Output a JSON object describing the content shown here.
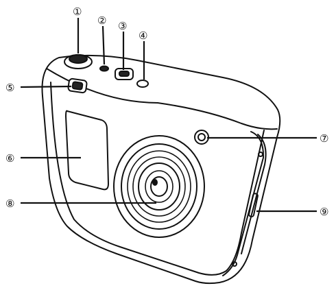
{
  "callouts": [
    {
      "id": "1",
      "label": "①"
    },
    {
      "id": "2",
      "label": "②"
    },
    {
      "id": "3",
      "label": "③"
    },
    {
      "id": "4",
      "label": "④"
    },
    {
      "id": "5",
      "label": "⑤"
    },
    {
      "id": "6",
      "label": "⑥"
    },
    {
      "id": "7",
      "label": "⑦"
    },
    {
      "id": "8",
      "label": "⑧"
    },
    {
      "id": "9",
      "label": "⑨"
    }
  ],
  "colors": {
    "line": "#111111",
    "background": "#ffffff"
  }
}
